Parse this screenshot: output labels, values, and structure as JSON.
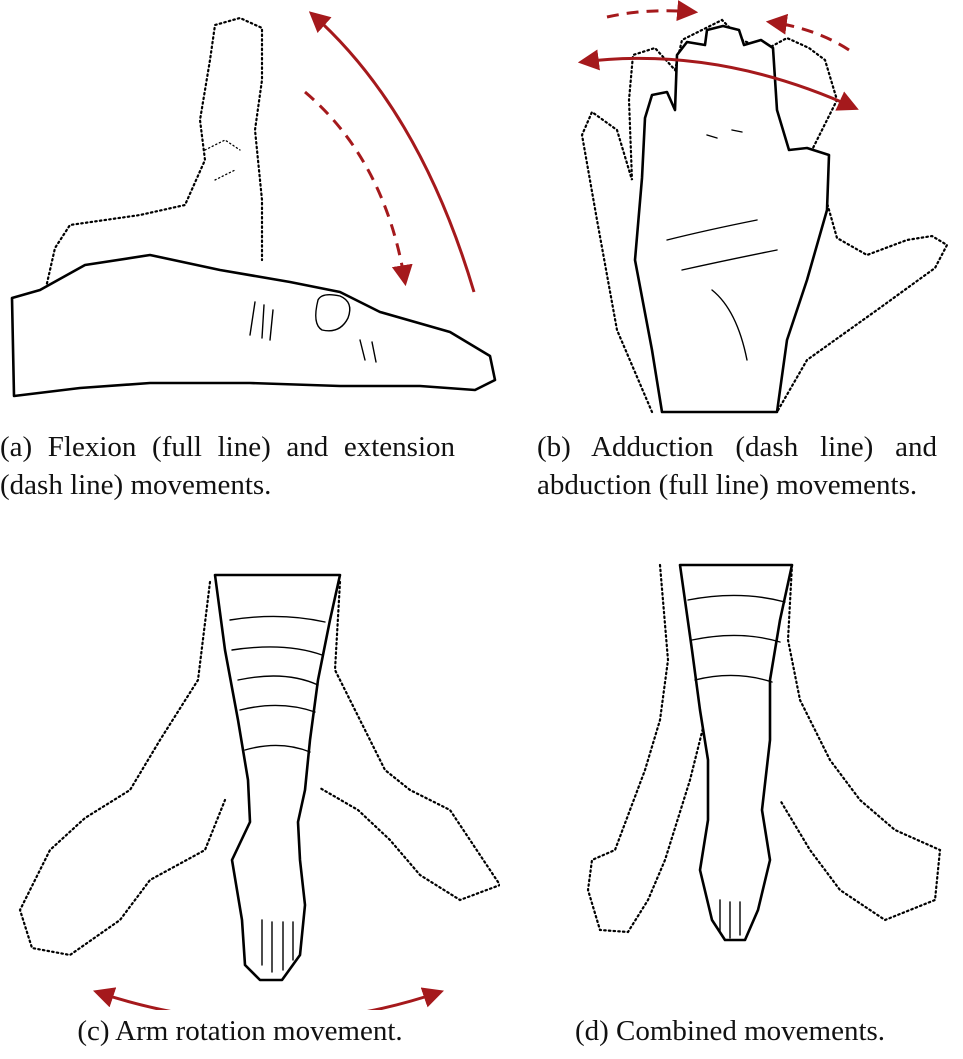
{
  "figure": {
    "panels": [
      {
        "id": "a",
        "caption": "(a) Flexion (full line) and extension (dash line) movements.",
        "movement_full_line": "flexion",
        "movement_dash_line": "extension"
      },
      {
        "id": "b",
        "caption": "(b) Adduction (dash line) and abduction (full line) movements.",
        "movement_full_line": "abduction",
        "movement_dash_line": "adduction"
      },
      {
        "id": "c",
        "caption": "(c) Arm rotation movement.",
        "movement_full_line": "rotation"
      },
      {
        "id": "d",
        "caption": "(d) Combined movements."
      }
    ],
    "colors": {
      "arrow": "#a5191c",
      "outline": "#000000",
      "background": "#ffffff"
    }
  }
}
